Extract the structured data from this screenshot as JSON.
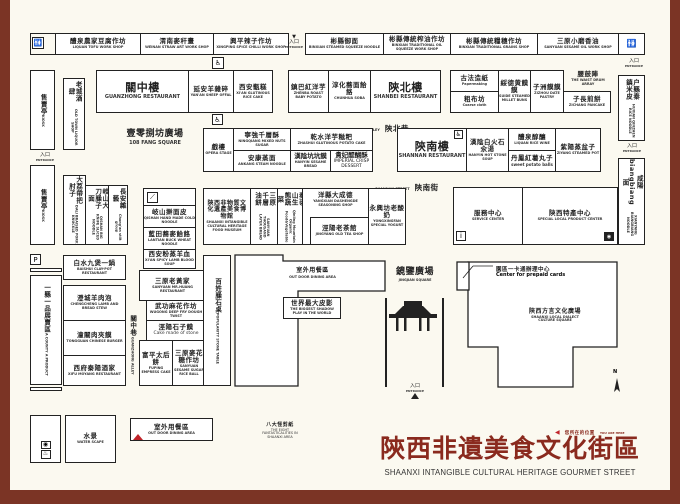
{
  "colors": {
    "frame": "#7b3425",
    "background": "#fbf9f0",
    "title": "#8a2a1e",
    "you_are_here": "#c0242a"
  },
  "entrance": {
    "cn": "入口",
    "en": "ENTRANCE"
  },
  "top_row": [
    {
      "cn": "醴泉農家豆腐作坊",
      "en": "LIQUAN TOFU WORK SHOP"
    },
    {
      "cn": "渭南麥秆畫",
      "en": "WEINAN STRAW ART WORK SHOP"
    },
    {
      "cn": "興平辣子作坊",
      "en": "XINGPING SPICE CHILLI WORK SHOP"
    },
    {
      "cn": "彬縣御面",
      "en": "BINXIAN STEAMED SQUEEZE NOODLE"
    },
    {
      "cn": "彬縣傳統榨油作坊",
      "en": "BINXIAN TRADITIONAL OIL SQUEEZE WORK SHOP"
    },
    {
      "cn": "彬縣傳統糧穗作坊",
      "en": "BINXIAN TRADITIONAL GRAINS SHOP"
    },
    {
      "cn": "三原小磨香油",
      "en": "SANYUAN SESAME OIL WORK SHOP"
    }
  ],
  "kiosk": {
    "cn": "售賣亭",
    "en": "KIOSK"
  },
  "shops": {
    "old_town_liquor": {
      "cn": "老城酒肆",
      "en": "OLD TOWN LIQUOR SHOP"
    },
    "guanzhong_rest": {
      "cn": "關中樓",
      "en": "GUANZHONG RESTAURANT"
    },
    "yanan_offal": {
      "cn": "延安羊雜碎",
      "en": "YAN'AN SHEEP OFFAL"
    },
    "xian_ricecake": {
      "cn": "西安甑糕",
      "en": "XI'AN GLUTINOUS RICE CAKE"
    },
    "zhenba_potato": {
      "cn": "鎮巴紅洋芋",
      "en": "ZHENBA ROAST BABY POTATO"
    },
    "chunhua_soba": {
      "cn": "淳化蕎面餄餎",
      "en": "CHUNHUA SOBA"
    },
    "shanbei_rest": {
      "cn": "陝北樓",
      "en": "SHANBEI RESTAURANT"
    },
    "papermaking": {
      "cn": "古法造紙",
      "en": "Papermaking"
    },
    "coarse_cloth": {
      "cn": "粗布坊",
      "en": "Coarse cloth"
    },
    "suide_buns": {
      "cn": "綏德黄饃饃",
      "en": "SUIDE STEAMED MILLET BUNS"
    },
    "zizhou_pastry": {
      "cn": "子洲饃饃",
      "en": "ZIZHOU DATE PASTRY"
    },
    "waist_drum": {
      "cn": "腰鼓陣",
      "en": "THE WAIST DRUM ARRAY"
    },
    "zichang_pancake": {
      "cn": "子長煎餅",
      "en": "ZICHANG PANCAKE"
    },
    "huxian_noodle": {
      "cn": "户縣秦鎮米皮",
      "en": "HUXIAN QINZHEN RICE NOODLE"
    },
    "opera_stage": {
      "cn": "戲樓",
      "en": "OPERA STAGE"
    },
    "ningqiang_sugar": {
      "cn": "寧強千層酥",
      "en": "NINGQIANG MIXED NUTS SUGAR"
    },
    "ankang_noodle": {
      "cn": "安康蒸面",
      "en": "ANKANG STEAM NOODLE"
    },
    "zhashui_cake": {
      "cn": "乾水洋芋糍粑",
      "en": "ZHASHUI GLUTINOUS POTATO CAKE"
    },
    "hanyin_bread": {
      "cn": "漢陰坑坑饃",
      "en": "HANYIN SESAME BREAD"
    },
    "imperial_crisp": {
      "cn": "貴妃醍醐酥",
      "en": "IMPERIAL CRISP DESSERT"
    },
    "shannan_rest": {
      "cn": "陝南樓",
      "en": "SHANNAN RESTAURANT"
    },
    "hanyin_soup": {
      "cn": "漢陰白火石氽湯",
      "en": "HANYIN HOT STONE SOUP"
    },
    "liquan_wine": {
      "cn": "醴泉醇釀",
      "en": "LIQUAN RICE WINE"
    },
    "sweet_potato": {
      "cn": "丹鳳紅薯丸子",
      "en": "sweet potato balls"
    },
    "ziyang_pot": {
      "cn": "紫陽蒸盆子",
      "en": "ZIYANG STEAMED POT"
    },
    "dali_knuckle": {
      "cn": "大荔帶把肘子",
      "en": "DALI BRAISED PORK KNUCKLE"
    },
    "qishan_noodle": {
      "cn": "岐山大刀臊子面",
      "en": "QISHAN BIG KNIFE SLICED NOODLE"
    },
    "changan_stilt": {
      "cn": "長安雜藝",
      "en": "Chang'an stilt group"
    },
    "qishan_cold": {
      "cn": "岐山擀面皮",
      "en": "QISHAN HAND MADE COLD NOODLE"
    },
    "lantian_noodle": {
      "cn": "藍田蕎麥餄餎",
      "en": "LANTIAN BUCK WHEAT NOODLE"
    },
    "xian_blood": {
      "cn": "西安粉蒸羊血",
      "en": "XI'AN SPICY LAMB BLOOD SOUP"
    },
    "museum": {
      "cn": "陝西非物質文化遺產美食博物館",
      "en": "SHAANXI INTANGIBLE CULTURAL HERITAGE FOOD MUSEUM"
    },
    "sanyuan_bread": {
      "cn": "三原千層油餅",
      "en": "SANYUAN THOUSAND LAYER BREAD"
    },
    "qinling_veg": {
      "cn": "秦嶺山生態蔬菜",
      "en": "Qinling Mountain Organic Food&Vegetable"
    },
    "yangxian_seasoning": {
      "cn": "洋縣大成德",
      "en": "YANGXIAN DASHENGDE SEASONING SHOP"
    },
    "jingyang_tea": {
      "cn": "涇陽老茶館",
      "en": "JINGYANG OLD TEA SHOP"
    },
    "yongxing_yogurt": {
      "cn": "永興坊老酸奶",
      "en": "YONGXINGFAN SPECIAL YOGURT"
    },
    "service_center": {
      "cn": "服務中心",
      "en": "SERVICE CENTER"
    },
    "local_product": {
      "cn": "陝西特產中心",
      "en": "SPECIAL LOCAL PRODUCT CENTER"
    },
    "xianyang_noodle": {
      "cn": "咸陽biangbiang面",
      "en": "XIANYANG BIANGBIANG NOODLE"
    },
    "county_product": {
      "cn": "一縣一品展賣區",
      "en": "A COUNTY A PRODUCT"
    },
    "baishui_pot": {
      "cn": "白水九煲一鍋",
      "en": "BAISHUI CLAY-POT RESTAURANT"
    },
    "chengcheng_stew": {
      "cn": "澄城羊肉泡",
      "en": "CHENGCHENG LAMB AND BREAD STEW"
    },
    "tongguan_burger": {
      "cn": "潼關肉夾饃",
      "en": "TONGGUAN CHINESE BURGER"
    },
    "xifu_rest": {
      "cn": "西府秦陽酒家",
      "en": "XIFU MOYANG RESTAURANT"
    },
    "sanyuan_huang": {
      "cn": "三原老黃家",
      "en": "SANYUAN MR.HUANG RESTAURANT"
    },
    "wugong_twist": {
      "cn": "武功麻花作坊",
      "en": "WUGONG DEEP FRY DOUGH TWIST"
    },
    "jingyang_stone": {
      "cn": "涇陽石子饃",
      "en": "Cake made of stone"
    },
    "fuping_cake": {
      "cn": "富平太后餅",
      "en": "FUPING EMPRESS CAKE"
    },
    "sanyuan_sugar": {
      "cn": "三原麥花糖作坊",
      "en": "SANYUAN SESAME SUGAR RICE BALL"
    },
    "stone_table": {
      "cn": "百姓臊石桌",
      "en": "POPULARITY STONE TABLE"
    },
    "shadow_play": {
      "cn": "世界最大皮影",
      "en": "THE BIGGEST SHADOW PLAY IN THE WORLD"
    },
    "water_scape": {
      "cn": "水景",
      "en": "WATER SCAPE"
    },
    "outdoor_dining_2": {
      "cn": "室外用餐區",
      "en": "OUT DOOR DINING AREA"
    }
  },
  "areas": {
    "fang_square": {
      "cn": "壹零捌坊廣場",
      "en": "108 FANG SQUARE"
    },
    "shanbei_alley": {
      "cn": "陝北巷",
      "en": "SHANBEI ALLEY"
    },
    "shannan_street": {
      "cn": "陝南街",
      "en": "SHANNAN STREET"
    },
    "guanzhong_alley": {
      "cn": "關中巷",
      "en": "GUANZHONG ALLEY"
    },
    "outdoor_dining": {
      "cn": "室外用餐區",
      "en": "OUT DOOR DINING AREA"
    },
    "jingjian_square": {
      "cn": "鏡鑒廣場",
      "en": "JINGJIAN SQUARE"
    },
    "prepaid_cards": {
      "cn": "園區一卡通辦理中心",
      "en": "Center for prepaid cards"
    },
    "dialect_square": {
      "cn": "陝西方言文化廣場",
      "en": "SHAANXI LOCAL DIALECT CULTURE SQUARE"
    },
    "eight_oddities": {
      "cn": "八大怪剪紙",
      "en": "THE EIGHT FANTASTICALITIES IN SHAANXI AREA"
    }
  },
  "north": "N",
  "you_are_here": {
    "cn": "您所在的位置",
    "en": "YOU ARE HERE"
  },
  "title": {
    "cn": "陝西非遺美食文化街區",
    "en": "SHAANXI INTANGIBLE CULTURAL HERITAGE GOURMET STREET"
  }
}
